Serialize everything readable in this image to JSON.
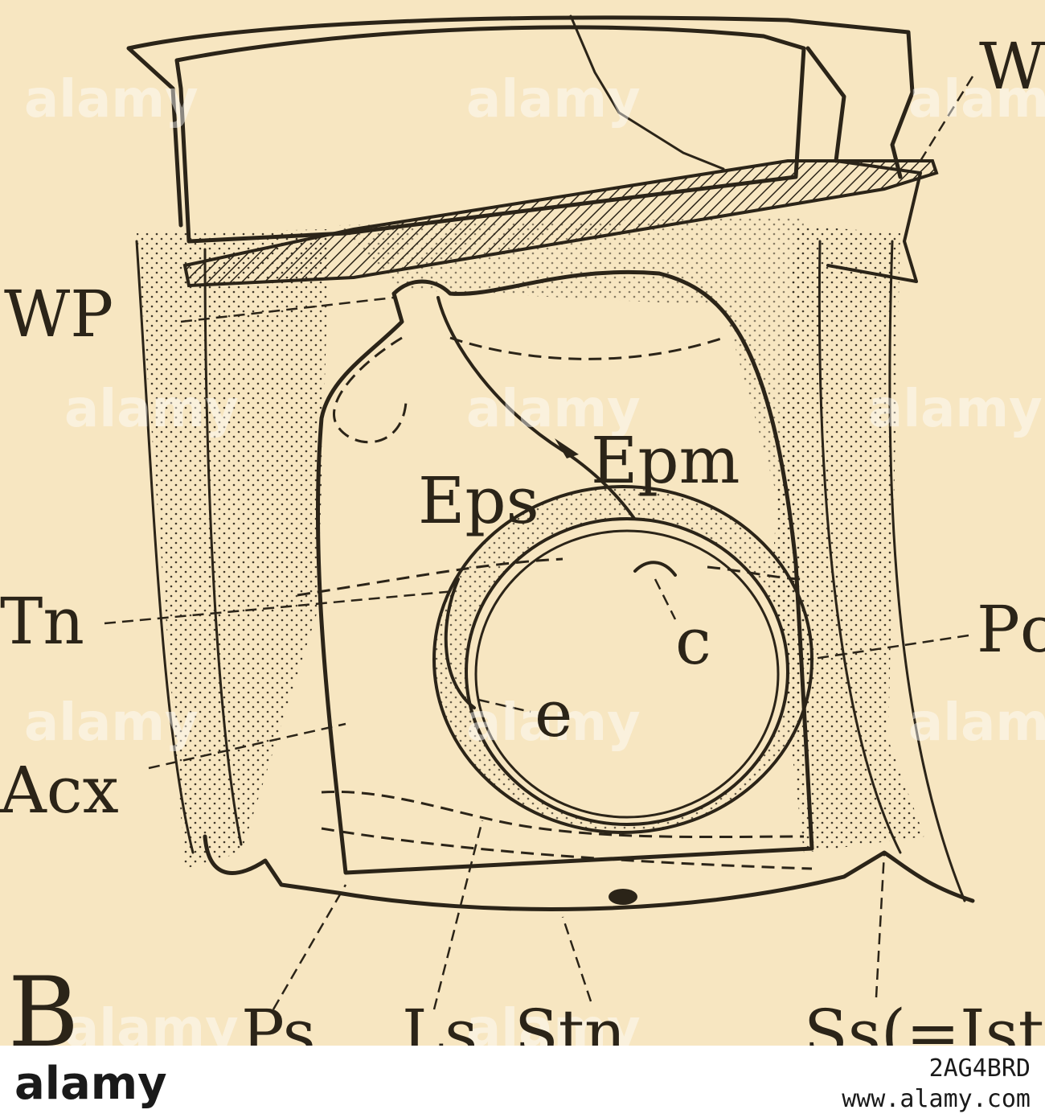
{
  "labels": {
    "w": "W",
    "wp": "WP",
    "epm": "Epm",
    "eps": "Eps",
    "tn": "Tn",
    "c": "c",
    "pcx": "Pcx",
    "e": "e",
    "acx": "Acx",
    "b": "B",
    "ps": "Ps",
    "ls": "Ls",
    "stn": "Stn",
    "ss": "Ss(=Ist)"
  },
  "watermark": {
    "text": "alamy"
  },
  "footer": {
    "brand": "alamy",
    "image_id": "2AG4BRD",
    "url": "www.alamy.com"
  },
  "colors": {
    "paper": "#f7e6c1",
    "ink": "#2b2418",
    "footer_bg": "#ffffff"
  }
}
